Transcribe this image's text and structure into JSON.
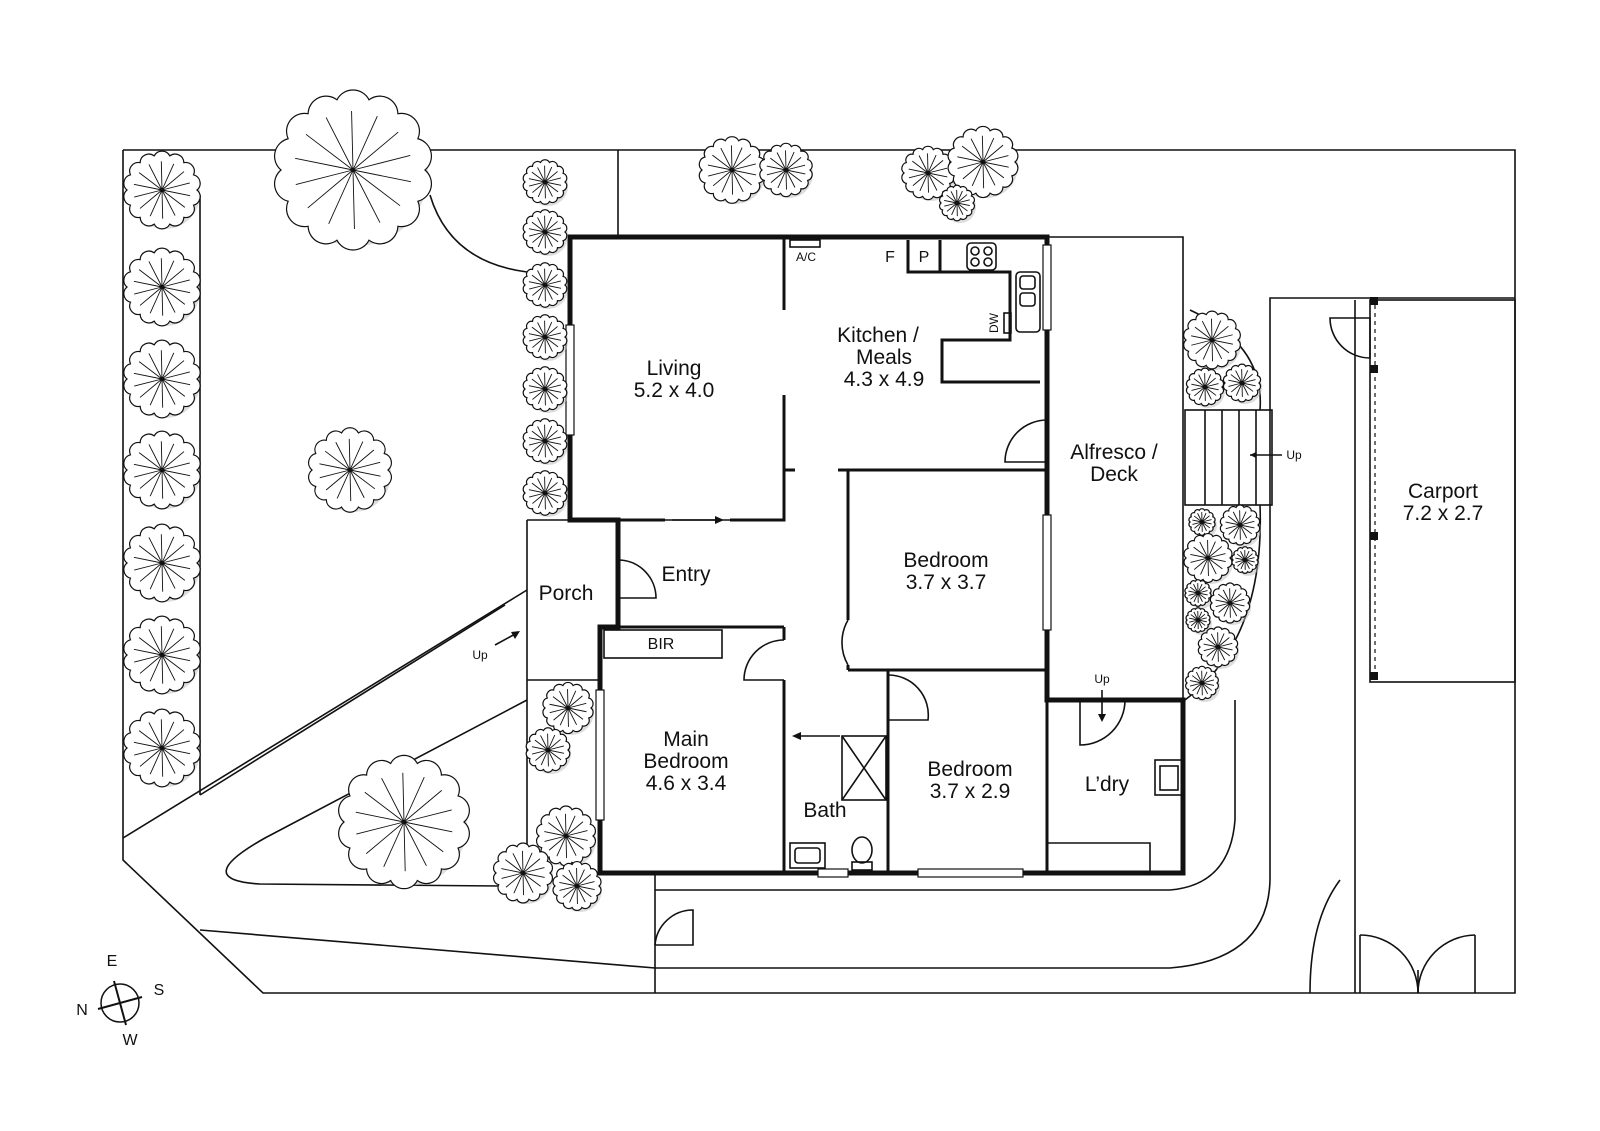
{
  "rooms": {
    "living": {
      "name": "Living",
      "size": "5.2 x 4.0"
    },
    "kitchen": {
      "name1": "Kitchen /",
      "name2": "Meals",
      "size": "4.3 x 4.9"
    },
    "alfresco": {
      "name1": "Alfresco /",
      "name2": "Deck"
    },
    "bedroom2": {
      "name": "Bedroom",
      "size": "3.7 x 3.7"
    },
    "bedroom3": {
      "name": "Bedroom",
      "size": "3.7 x 2.9"
    },
    "main_bedroom": {
      "name1": "Main",
      "name2": "Bedroom",
      "size": "4.6 x 3.4"
    },
    "porch": {
      "name": "Porch"
    },
    "entry": {
      "name": "Entry"
    },
    "bath": {
      "name": "Bath"
    },
    "laundry": {
      "name": "L’dry"
    },
    "bir": {
      "name": "BIR"
    },
    "carport": {
      "name": "Carport",
      "size": "7.2 x 2.7"
    }
  },
  "fixtures": {
    "ac": "A/C",
    "fridge": "F",
    "pantry": "P",
    "dishwasher": "DW"
  },
  "stairs": {
    "up_label": "Up"
  },
  "compass": {
    "n": "N",
    "e": "E",
    "s": "S",
    "w": "W"
  }
}
